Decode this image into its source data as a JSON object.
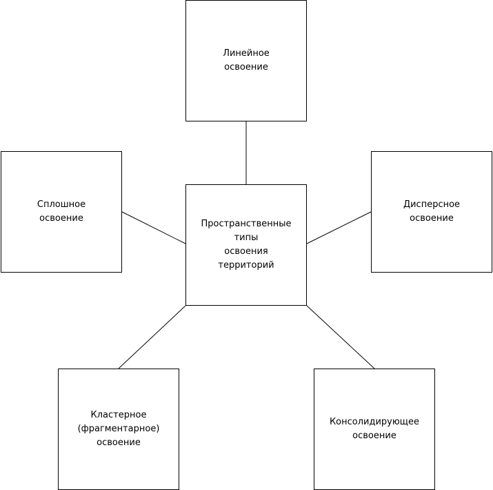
{
  "diagram": {
    "center": {
      "label": "Пространственные\nтипы\nосвоения\nтерриторий"
    },
    "nodes": {
      "top": {
        "label": "Линейное\nосвоение"
      },
      "left": {
        "label": "Сплошное\nосвоение"
      },
      "right": {
        "label": "Дисперсное\nосвоение"
      },
      "bottom_left": {
        "label": "Кластерное\n(фрагментарное)\nосвоение"
      },
      "bottom_right": {
        "label": "Консолидирующее\nосвоение"
      }
    }
  }
}
